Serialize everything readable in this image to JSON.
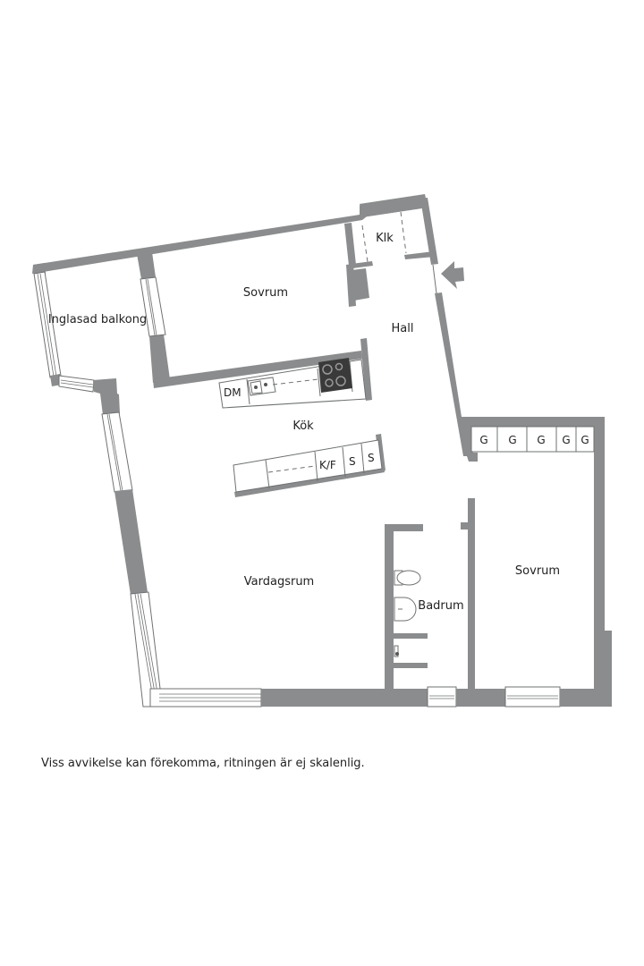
{
  "plan": {
    "rooms": {
      "balkong": "Inglasad balkong",
      "sovrum1": "Sovrum",
      "klk": "Klk",
      "hall": "Hall",
      "kok": "Kök",
      "vardagsrum": "Vardagsrum",
      "badrum": "Badrum",
      "sovrum2": "Sovrum"
    },
    "fixtures": {
      "dm": "DM",
      "kf": "K/F",
      "s1": "S",
      "s2": "S",
      "wardrobes": [
        "G",
        "G",
        "G",
        "G",
        "G"
      ]
    },
    "entrance_icon": "entrance-arrow-icon",
    "colors": {
      "wall": "#8a8c8d",
      "stove": "#3a3a3a",
      "background": "#ffffff"
    }
  },
  "footer": {
    "disclaimer": "Viss avvikelse kan förekomma, ritningen är ej skalenlig."
  }
}
